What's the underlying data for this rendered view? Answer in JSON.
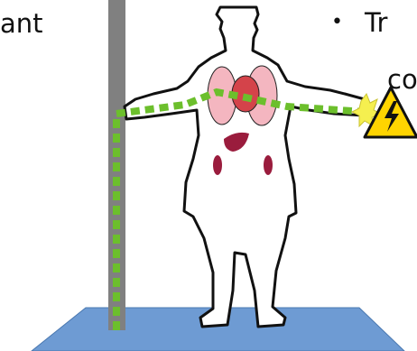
{
  "text": {
    "left_fragment": "ant",
    "bullet": "•",
    "right_fragment_1": "Tr",
    "right_fragment_2": "co"
  },
  "colors": {
    "pole": "#808080",
    "floor": "#6e9bd3",
    "current_path": "#6cbf2c",
    "lungs": "#f4b6c0",
    "heart": "#d4434a",
    "liver": "#9a1c3d",
    "kidneys": "#9a1c3d",
    "warning_sign": "#ffd400",
    "spark": "#f5ef4f"
  },
  "icons": {
    "warning": "high-voltage-warning-icon",
    "spark": "spark-icon"
  }
}
